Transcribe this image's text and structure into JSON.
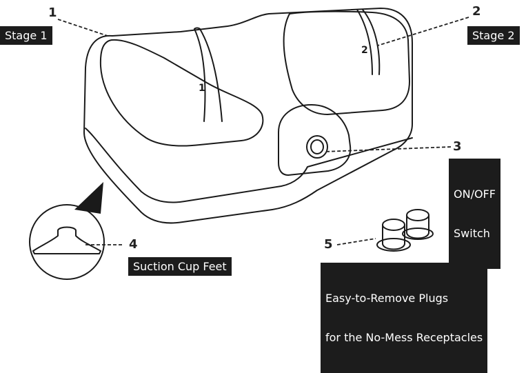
{
  "callouts": {
    "c1": {
      "number": "1",
      "label": "Stage 1"
    },
    "c2": {
      "number": "2",
      "label": "Stage 2"
    },
    "c3": {
      "number": "3",
      "label_line1": "ON/OFF",
      "label_line2": "Switch"
    },
    "c4": {
      "number": "4",
      "label": "Suction Cup Feet"
    },
    "c5": {
      "number": "5",
      "label_line1": "Easy-to-Remove Plugs",
      "label_line2": "for the No-Mess Receptacles"
    }
  },
  "slot_marks": {
    "slot1": "1",
    "slot2": "2"
  },
  "colors": {
    "outline": "#1a1a1a",
    "label_bg": "#1c1c1c",
    "label_text": "#ffffff"
  }
}
